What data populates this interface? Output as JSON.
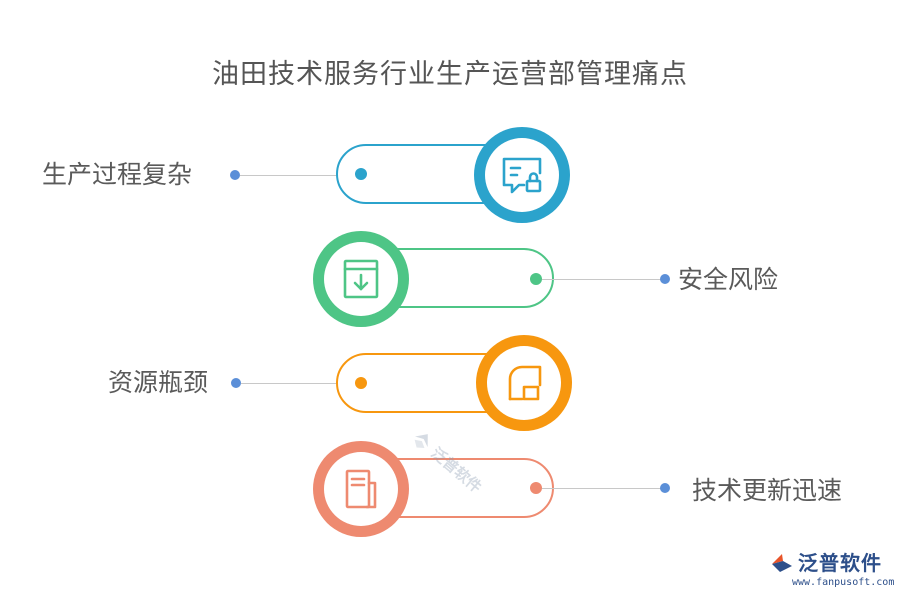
{
  "title": "油田技术服务行业生产运营部管理痛点",
  "items": [
    {
      "label": "生产过程复杂",
      "color": "#2ba3cc",
      "icon": "chat-lock-icon"
    },
    {
      "label": "安全风险",
      "color": "#4ec586",
      "icon": "download-box-icon"
    },
    {
      "label": "资源瓶颈",
      "color": "#f7970f",
      "icon": "crop-frame-icon"
    },
    {
      "label": "技术更新迅速",
      "color": "#ee8a70",
      "icon": "document-icon"
    }
  ],
  "watermark": {
    "text": "泛普软件"
  },
  "logo": {
    "name": "泛普软件",
    "url": "www.fanpusoft.com"
  }
}
